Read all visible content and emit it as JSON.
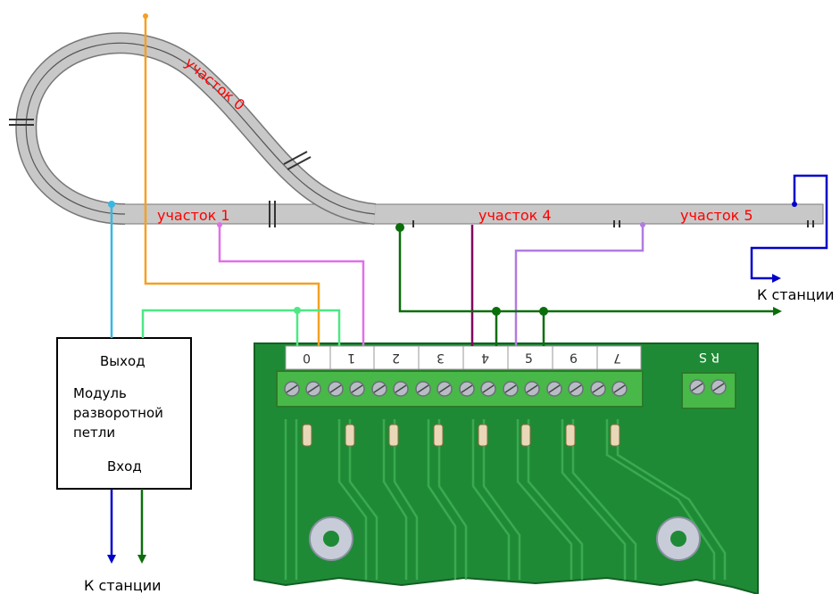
{
  "track": {
    "section_0": "участок 0",
    "section_1": "участок 1",
    "section_4": "участок 4",
    "section_5": "участок 5"
  },
  "module": {
    "output": "Выход",
    "name_line1": "Модуль",
    "name_line2": "разворотной",
    "name_line3": "петли",
    "input": "Вход"
  },
  "to_station_right": "К станции",
  "to_station_bottom": "К станции",
  "board": {
    "terminals": [
      "0",
      "1",
      "2",
      "3",
      "4",
      "5",
      "6",
      "7"
    ],
    "rs_label": "R S"
  },
  "colors": {
    "track": "#c8c8c8",
    "track_edge": "#555555",
    "section_label": "#ff0000",
    "orange_wire": "#f5a020",
    "cyan_wire": "#38b8e0",
    "light_green_wire": "#4de884",
    "magenta_wire": "#e070e8",
    "purple_wire": "#800060",
    "lilac_wire": "#b07ce0",
    "dark_green_wire": "#0a6e0a",
    "blue_wire": "#0000c8",
    "pcb": "#1f8a36"
  }
}
